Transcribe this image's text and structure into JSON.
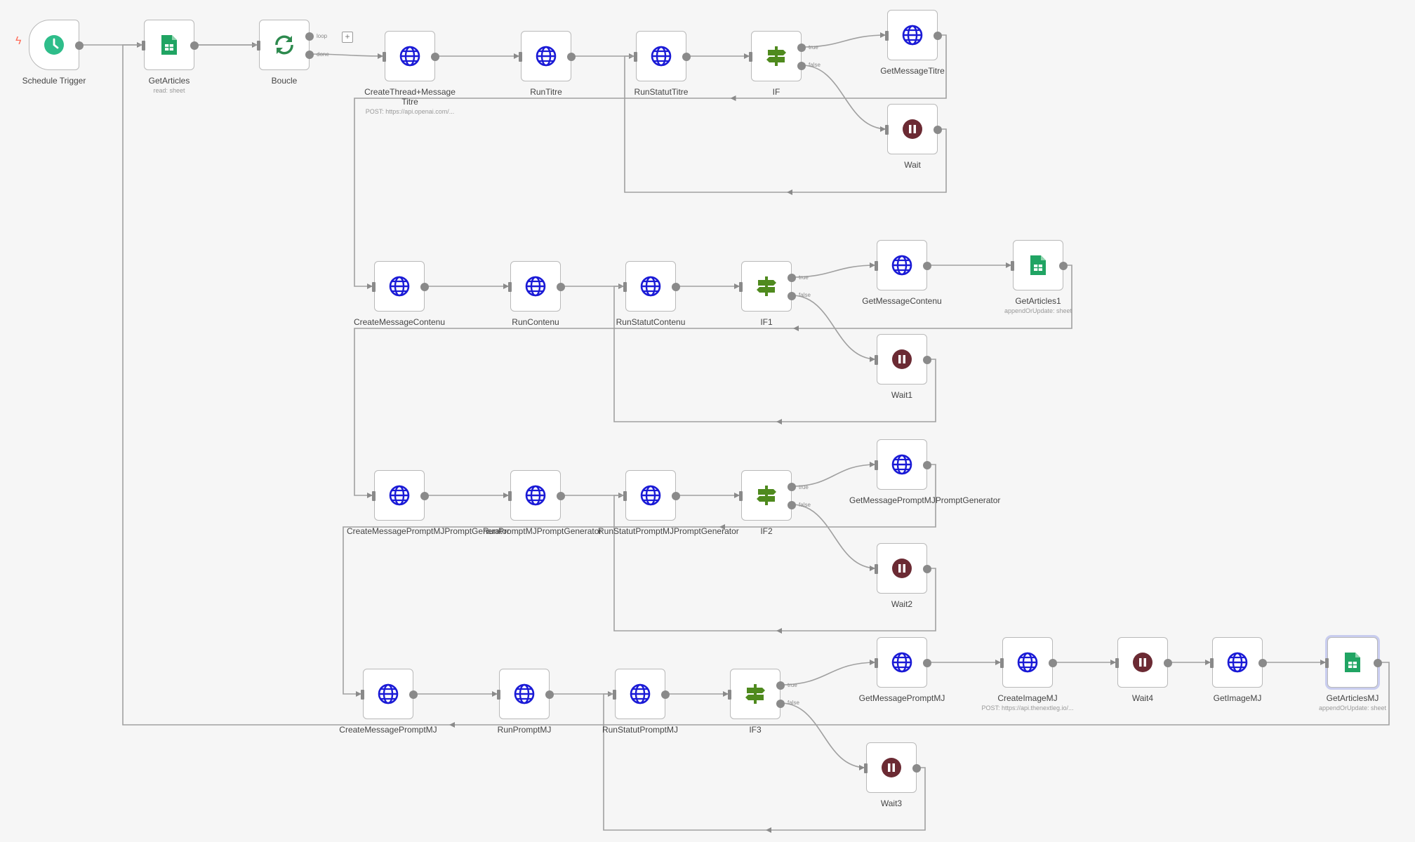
{
  "workflow": {
    "nodes": [
      {
        "id": "schedule",
        "label": "Schedule Trigger",
        "sub": "",
        "type": "schedule"
      },
      {
        "id": "getarticles",
        "label": "GetArticles",
        "sub": "read: sheet",
        "type": "sheet"
      },
      {
        "id": "boucle",
        "label": "Boucle",
        "sub": "",
        "type": "loop"
      },
      {
        "id": "createthread",
        "label": "CreateThread+Message Titre",
        "sub": "POST: https://api.openai.com/...",
        "type": "http"
      },
      {
        "id": "runtitre",
        "label": "RunTitre",
        "sub": "",
        "type": "http"
      },
      {
        "id": "runstatustitre",
        "label": "RunStatutTitre",
        "sub": "",
        "type": "http"
      },
      {
        "id": "if",
        "label": "IF",
        "sub": "",
        "type": "if"
      },
      {
        "id": "getmessagetitre",
        "label": "GetMessageTitre",
        "sub": "",
        "type": "http"
      },
      {
        "id": "wait",
        "label": "Wait",
        "sub": "",
        "type": "wait"
      },
      {
        "id": "createmessagecontenu",
        "label": "CreateMessageContenu",
        "sub": "",
        "type": "http"
      },
      {
        "id": "runcontenu",
        "label": "RunContenu",
        "sub": "",
        "type": "http"
      },
      {
        "id": "runstatutcontenu",
        "label": "RunStatutContenu",
        "sub": "",
        "type": "http"
      },
      {
        "id": "if1",
        "label": "IF1",
        "sub": "",
        "type": "if"
      },
      {
        "id": "getmessagecontenu",
        "label": "GetMessageContenu",
        "sub": "",
        "type": "http"
      },
      {
        "id": "getarticles1",
        "label": "GetArticles1",
        "sub": "appendOrUpdate: sheet",
        "type": "sheet"
      },
      {
        "id": "wait1",
        "label": "Wait1",
        "sub": "",
        "type": "wait"
      },
      {
        "id": "createmessageprompt",
        "label": "CreateMessagePromptMJPromptGenerator",
        "sub": "",
        "type": "http"
      },
      {
        "id": "runprompt",
        "label": "RunPromptMJPromptGenerator",
        "sub": "",
        "type": "http"
      },
      {
        "id": "runstatutprompt",
        "label": "RunStatutPromptMJPromptGenerator",
        "sub": "",
        "type": "http"
      },
      {
        "id": "if2",
        "label": "IF2",
        "sub": "",
        "type": "if"
      },
      {
        "id": "getmessageprompt",
        "label": "GetMessagePromptMJPromptGenerator",
        "sub": "",
        "type": "http"
      },
      {
        "id": "wait2",
        "label": "Wait2",
        "sub": "",
        "type": "wait"
      },
      {
        "id": "createmessagepromptmj",
        "label": "CreateMessagePromptMJ",
        "sub": "",
        "type": "http"
      },
      {
        "id": "runpromptmj",
        "label": "RunPromptMJ",
        "sub": "",
        "type": "http"
      },
      {
        "id": "runstatutpromptmj",
        "label": "RunStatutPromptMJ",
        "sub": "",
        "type": "http"
      },
      {
        "id": "if3",
        "label": "IF3",
        "sub": "",
        "type": "if"
      },
      {
        "id": "getmessagepromptmj",
        "label": "GetMessagePromptMJ",
        "sub": "",
        "type": "http"
      },
      {
        "id": "createimagemj",
        "label": "CreateImageMJ",
        "sub": "POST: https://api.thenextleg.io/...",
        "type": "http"
      },
      {
        "id": "wait4",
        "label": "Wait4",
        "sub": "",
        "type": "wait"
      },
      {
        "id": "getimagemj",
        "label": "GetImageMJ",
        "sub": "",
        "type": "http"
      },
      {
        "id": "getarticlesmj",
        "label": "GetArticlesMJ",
        "sub": "appendOrUpdate: sheet",
        "type": "sheet"
      },
      {
        "id": "wait3",
        "label": "Wait3",
        "sub": "",
        "type": "wait"
      }
    ],
    "branch_labels": {
      "true": "true",
      "false": "false",
      "loop": "loop",
      "done": "done"
    },
    "colors": {
      "http": "#1a1ad6",
      "sheet": "#20a463",
      "wait": "#6b2a33",
      "if": "#4f8a1e",
      "schedule": "#2ebd8a",
      "loop": "#2d8a4e",
      "edge": "#a0a0a0",
      "trigger_bolt": "#ff6d5a"
    }
  }
}
